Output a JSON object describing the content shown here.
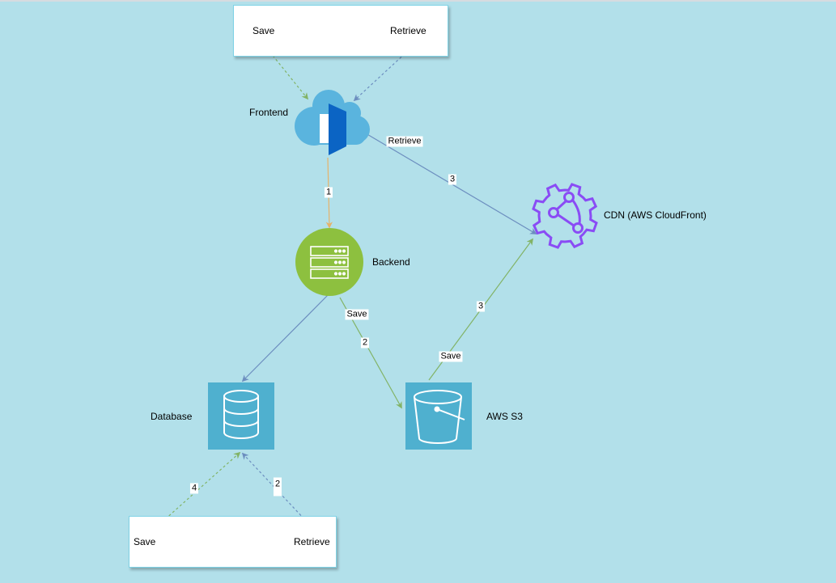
{
  "colors": {
    "background": "#b2e0ea",
    "cloud": "#5ab4de",
    "door": "#0b64c4",
    "backend": "#8dc03f",
    "database": "#4fb0cf",
    "s3": "#4fb0cf",
    "cdn": "#8a4cf5",
    "edge_orange": "#e6b26a",
    "edge_blue": "#6c8ebf",
    "edge_green": "#82b366"
  },
  "icons": {
    "frontend": "cloud-door-icon",
    "backend": "server-icon",
    "database": "database-icon",
    "s3": "bucket-icon",
    "cdn": "network-gear-icon"
  },
  "top_box": {
    "save": "Save",
    "retrieve": "Retrieve"
  },
  "bottom_box": {
    "save": "Save",
    "retrieve": "Retrieve"
  },
  "nodes": {
    "frontend": "Frontend",
    "backend": "Backend",
    "database": "Database",
    "s3": "AWS S3",
    "cdn": "CDN (AWS CloudFront)"
  },
  "edges": {
    "frontend_backend": "1",
    "backend_s3_action": "Save",
    "backend_s3_step": "2",
    "frontend_cdn_action": "Retrieve",
    "frontend_cdn_step": "3",
    "s3_cdn_action": "Save",
    "s3_cdn_step": "3",
    "db_save_step": "4",
    "db_retrieve_step": "2"
  }
}
